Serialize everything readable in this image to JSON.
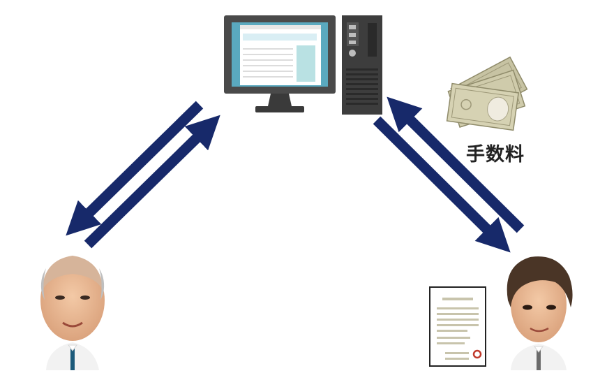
{
  "labels": {
    "fee": "手数料"
  },
  "icons": {
    "computer": "desktop-computer-icon",
    "money": "banknotes-icon",
    "document": "contract-document-icon",
    "person_left": "older-man-avatar",
    "person_right": "young-man-avatar"
  },
  "colors": {
    "arrow": "#17296a",
    "monitor_frame": "#4a4a4a",
    "screen": "#cfe8ee",
    "tower": "#3d3d3d",
    "banknote": "#c7c3a3",
    "shirt": "#f2f2f2",
    "tie": "#1c5a7a",
    "seal": "#c0392b"
  }
}
